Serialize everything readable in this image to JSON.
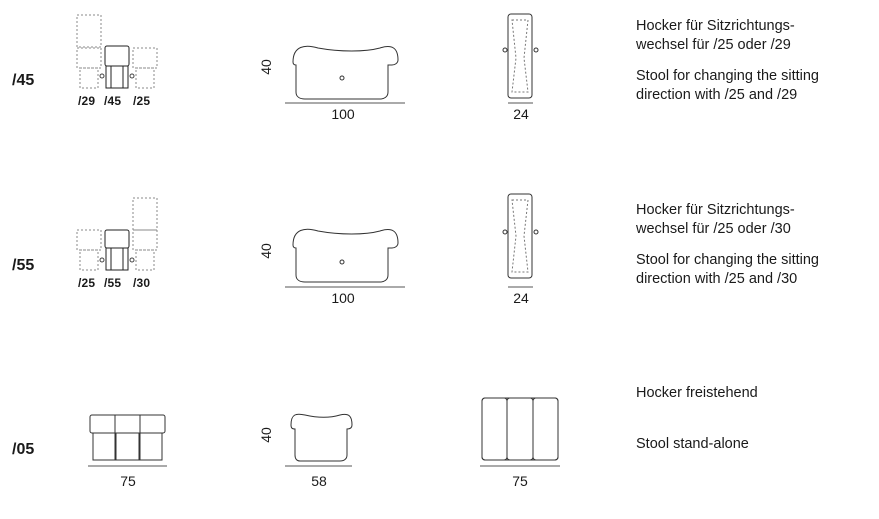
{
  "rows": [
    {
      "code": "/45",
      "sub_labels": [
        "/29",
        "/45",
        "/25"
      ],
      "height_dim": "40",
      "side_width": "100",
      "top_width": "24",
      "desc_de": "Hocker für Sitzrichtungs-\nwechsel für /25 oder /29",
      "desc_en": "Stool for changing the sitting\ndirection with /25 and /29"
    },
    {
      "code": "/55",
      "sub_labels": [
        "/25",
        "/55",
        "/30"
      ],
      "height_dim": "40",
      "side_width": "100",
      "top_width": "24",
      "desc_de": "Hocker für Sitzrichtungs-\nwechsel für /25 oder /30",
      "desc_en": "Stool for changing the sitting\ndirection with /25 and /30"
    },
    {
      "code": "/05",
      "front_width": "75",
      "height_dim": "40",
      "side_width": "58",
      "top_width": "75",
      "desc_de": "Hocker freistehend",
      "desc_en": "Stool stand-alone"
    }
  ]
}
